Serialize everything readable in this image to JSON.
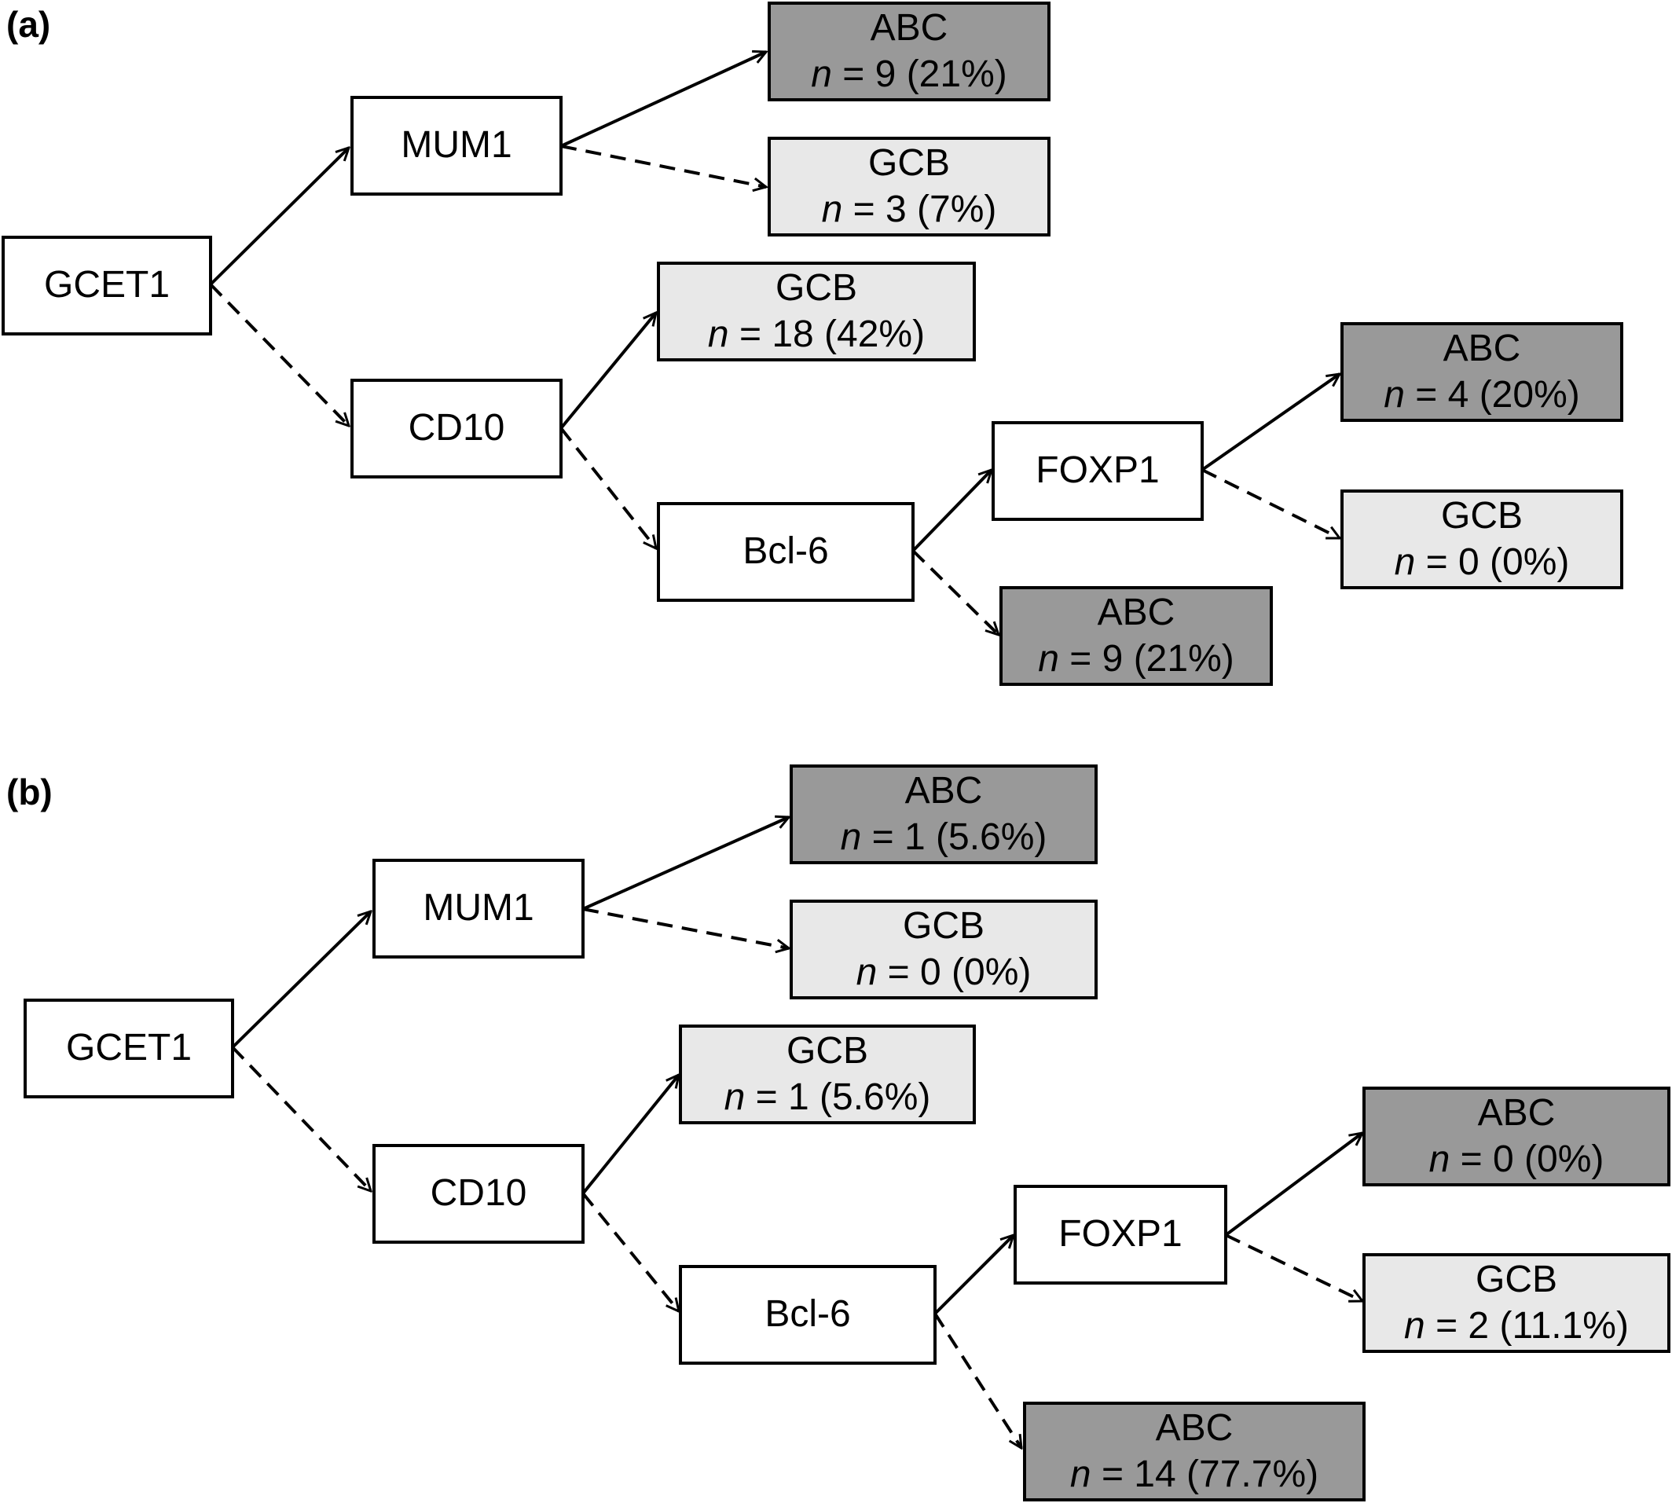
{
  "panels": [
    {
      "label": "(a)",
      "nodes": {
        "gcet1": {
          "name": "GCET1"
        },
        "mum1": {
          "name": "MUM1"
        },
        "cd10": {
          "name": "CD10"
        },
        "bcl6": {
          "name": "Bcl-6"
        },
        "foxp1": {
          "name": "FOXP1"
        },
        "mum1_pos": {
          "type": "ABC",
          "n_label": "n",
          "n_value": "= 9 (21%)"
        },
        "mum1_neg": {
          "type": "GCB",
          "n_label": "n",
          "n_value": "= 3 (7%)"
        },
        "cd10_pos": {
          "type": "GCB",
          "n_label": "n",
          "n_value": "= 18 (42%)"
        },
        "foxp1_pos": {
          "type": "ABC",
          "n_label": "n",
          "n_value": "= 4 (20%)"
        },
        "foxp1_neg": {
          "type": "GCB",
          "n_label": "n",
          "n_value": "= 0 (0%)"
        },
        "bcl6_neg": {
          "type": "ABC",
          "n_label": "n",
          "n_value": "= 9 (21%)"
        }
      }
    },
    {
      "label": "(b)",
      "nodes": {
        "gcet1": {
          "name": "GCET1"
        },
        "mum1": {
          "name": "MUM1"
        },
        "cd10": {
          "name": "CD10"
        },
        "bcl6": {
          "name": "Bcl-6"
        },
        "foxp1": {
          "name": "FOXP1"
        },
        "mum1_pos": {
          "type": "ABC",
          "n_label": "n",
          "n_value": "= 1 (5.6%)"
        },
        "mum1_neg": {
          "type": "GCB",
          "n_label": "n",
          "n_value": "= 0 (0%)"
        },
        "cd10_pos": {
          "type": "GCB",
          "n_label": "n",
          "n_value": "= 1 (5.6%)"
        },
        "foxp1_pos": {
          "type": "ABC",
          "n_label": "n",
          "n_value": "= 0 (0%)"
        },
        "foxp1_neg": {
          "type": "GCB",
          "n_label": "n",
          "n_value": "= 2 (11.1%)"
        },
        "bcl6_neg": {
          "type": "ABC",
          "n_label": "n",
          "n_value": "= 14 (77.7%)"
        }
      }
    }
  ],
  "colors": {
    "abc_fill": "#999999",
    "gcb_fill": "#e8e8e8",
    "marker_fill": "#ffffff",
    "stroke": "#000000"
  }
}
